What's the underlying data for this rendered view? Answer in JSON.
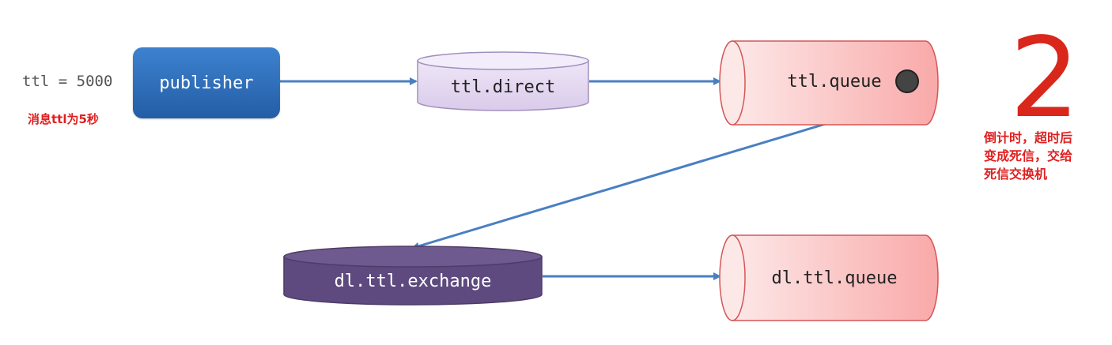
{
  "message": {
    "ttl_label": "ttl = 5000",
    "ttl_note": "消息ttl为5秒"
  },
  "publisher": {
    "label": "publisher"
  },
  "exchange": {
    "label": "ttl.direct"
  },
  "queue": {
    "label": "ttl.queue"
  },
  "dead_letter_exchange": {
    "label": "dl.ttl.exchange"
  },
  "dead_letter_queue": {
    "label": "dl.ttl.queue"
  },
  "countdown": {
    "value": "2",
    "note_lines": [
      "倒计时，超时后",
      "变成死信，交给",
      "死信交换机"
    ]
  },
  "colors": {
    "publisher": "#2e6fbe",
    "exchange_fill": "#e6dcf2",
    "dead_letter_exchange_fill": "#5e4a7e",
    "queue_fill": "#fbc5c5",
    "arrow": "#4a7fc1",
    "annotation": "#e02020"
  }
}
